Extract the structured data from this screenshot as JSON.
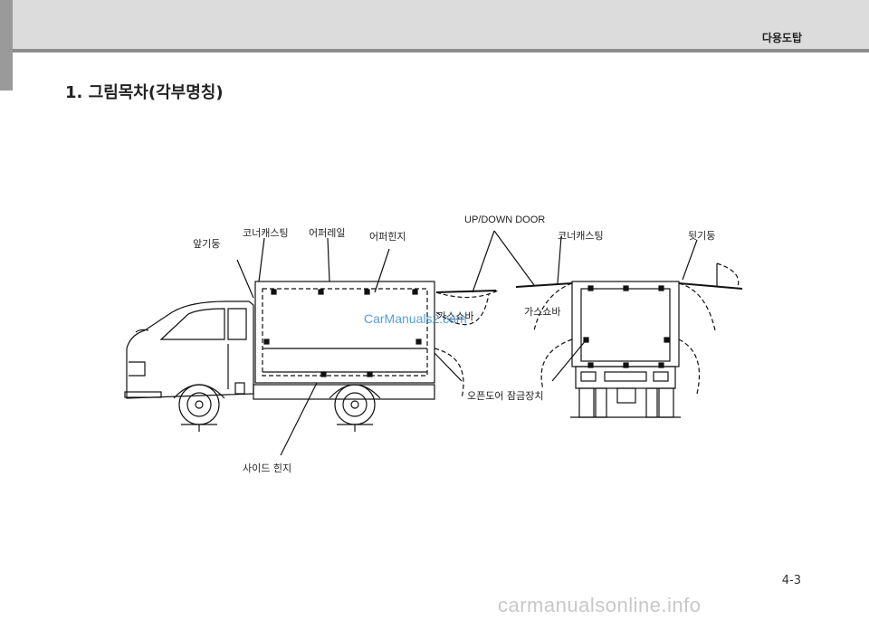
{
  "header": {
    "section": "다용도탑"
  },
  "title": "1. 그림목차(각부명칭)",
  "figure": {
    "labels": {
      "front_pillar": "앞기둥",
      "corner_casting_left": "코너캐스팅",
      "upper_rail": "어퍼레일",
      "upper_hinge": "어퍼힌지",
      "up_down_door": "UP/DOWN DOOR",
      "corner_casting_right": "코너캐스팅",
      "rear_pillar": "뒷기둥",
      "gas_bar_left": "가스쇼바",
      "gas_bar_right": "가스쇼바",
      "open_door_lock": "오픈도어 잠금장치",
      "side_hinge": "사이드 힌지"
    },
    "watermark": "CarManuals2.com"
  },
  "page_number": "4-3",
  "footer_watermark": "carmanualsonline.info"
}
